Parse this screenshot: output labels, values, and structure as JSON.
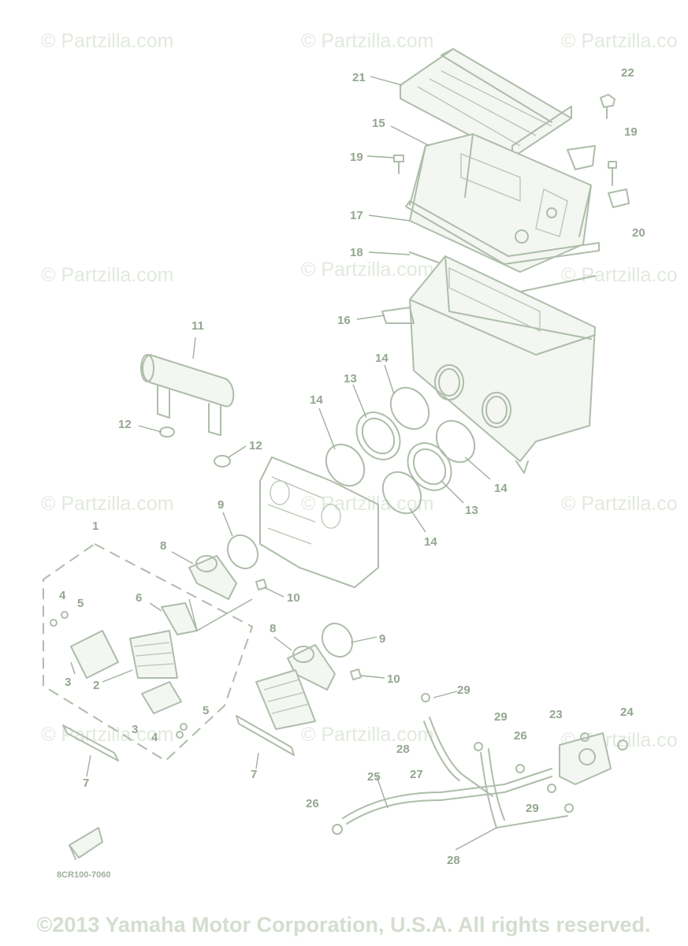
{
  "watermark": "© Partzilla.com",
  "watermark_cut": "© Partzilla.co",
  "diagram_code": "8CR100-7060",
  "copyright": "©2013 Yamaha Motor Corporation, U.S.A. All rights reserved.",
  "colors": {
    "line": "#aebdaa",
    "callout": "#93a68f",
    "watermark": "#e2e9df"
  },
  "callouts": [
    "21",
    "22",
    "15",
    "19",
    "19",
    "20",
    "17",
    "18",
    "16",
    "11",
    "14",
    "13",
    "14",
    "12",
    "12",
    "14",
    "13",
    "14",
    "9",
    "1",
    "8",
    "10",
    "4",
    "5",
    "6",
    "3",
    "2",
    "8",
    "9",
    "10",
    "5",
    "3",
    "4",
    "7",
    "7",
    "29",
    "29",
    "26",
    "23",
    "24",
    "28",
    "25",
    "27",
    "26",
    "29",
    "28"
  ]
}
